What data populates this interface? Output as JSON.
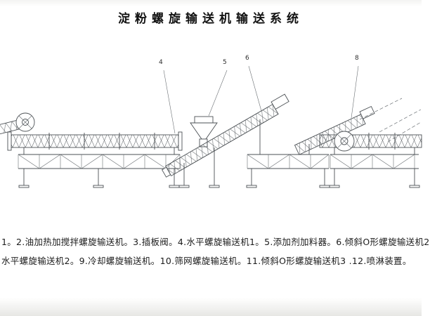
{
  "page": {
    "title": "淀粉螺旋输送机输送系统"
  },
  "callouts": [
    "4",
    "5",
    "6",
    "8"
  ],
  "caption": {
    "line1": "1。2.油加热加搅拌螺旋输送机。3.插板阀。4.水平螺旋输送机1。5.添加剂加料器。6.倾斜O形螺旋输送机2",
    "line2": "水平螺旋输送机2。9.冷却螺旋输送机。10.筛网螺旋输送机。11.倾斜O形螺旋输送机3 .12.喷淋装置。"
  },
  "colors": {
    "line": "#4b5054",
    "background": "#ffffff"
  }
}
